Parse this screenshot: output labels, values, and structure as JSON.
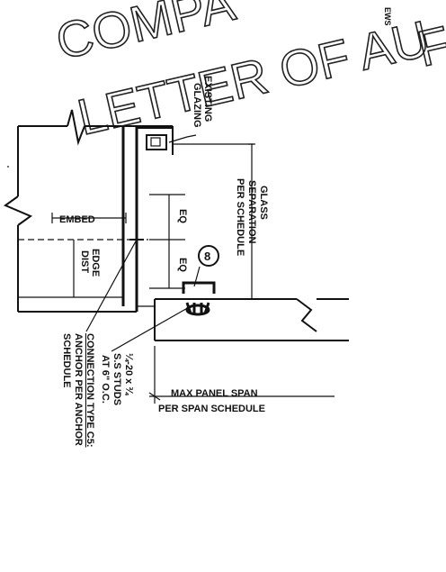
{
  "watermark": {
    "line1": "COMPA",
    "line2": "LETTER OF AU",
    "fragment": "F",
    "top_corner": "EWS"
  },
  "labels": {
    "existing_glazing_1": "EXISTING",
    "existing_glazing_2": "GLAZING",
    "glass_sep_1": "GLASS",
    "glass_sep_2": "SEPARATION",
    "glass_sep_3": "PER SCHEDULE",
    "embed": "EMBED",
    "eq_1": "EQ",
    "eq_2": "EQ",
    "edge_dist_1": "EDGE",
    "edge_dist_2": "DIST",
    "callout_number": "8",
    "connection_1": "CONNECTION TYPE C5:",
    "connection_2": "ANCHOR PER ANCHOR",
    "connection_3": "SCHEDULE",
    "studs_1": "¼-20 x ¾",
    "studs_2": "S.S STUDS",
    "studs_3": "AT 6\" O.C.",
    "max_span_1": "MAX PANEL SPAN",
    "max_span_2": "PER SPAN SCHEDULE"
  }
}
